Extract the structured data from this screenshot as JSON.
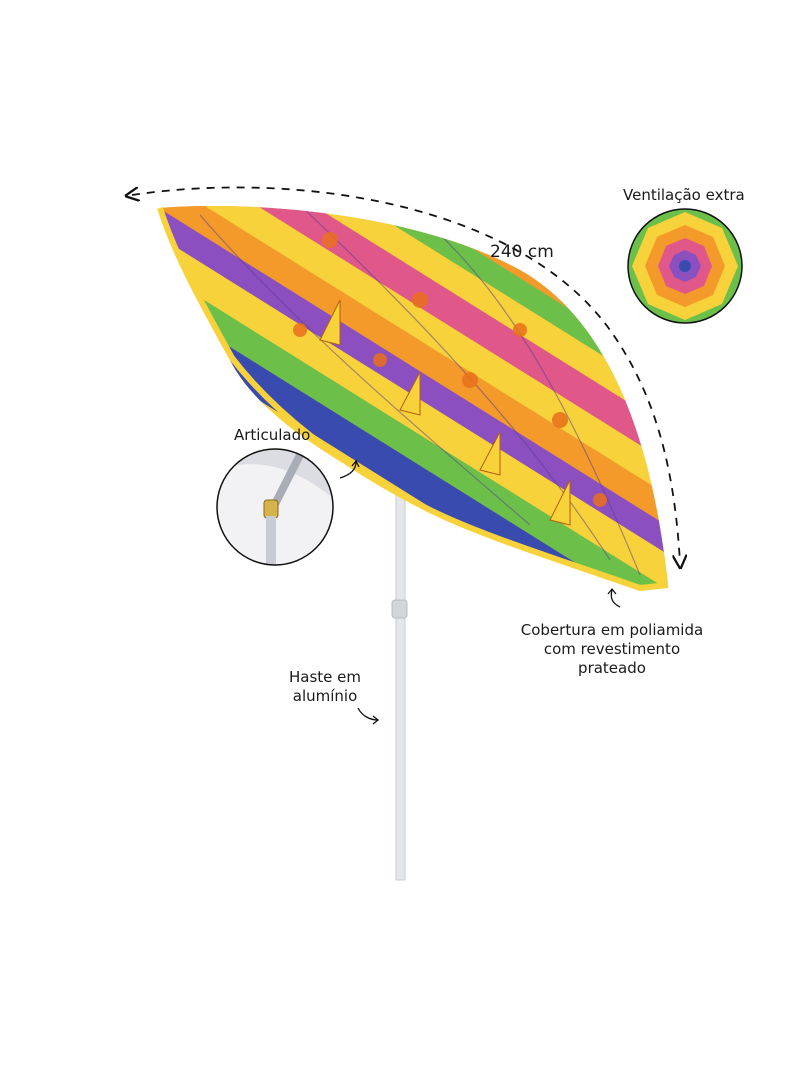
{
  "labels": {
    "width": "240 cm",
    "ventilation": "Ventilação extra",
    "articulated": "Articulado",
    "cover_line1": "Cobertura em poliamida",
    "cover_line2": "com revestimento",
    "cover_line3": "prateado",
    "pole_line1": "Haste em",
    "pole_line2": "alumínio"
  },
  "colors": {
    "stripe_yellow": "#f7d23a",
    "stripe_orange": "#f39a2b",
    "stripe_purple": "#8b4fc0",
    "stripe_green": "#6cc04a",
    "stripe_blue": "#3a4bb0",
    "stripe_pink": "#e0578a",
    "pole": "#e4e6ea"
  },
  "icons": {
    "umbrella": "beach-umbrella",
    "arc_arrow": "double-headed-dashed-arc-arrow",
    "pointer_arrows": "curved-pointer-arrow"
  }
}
